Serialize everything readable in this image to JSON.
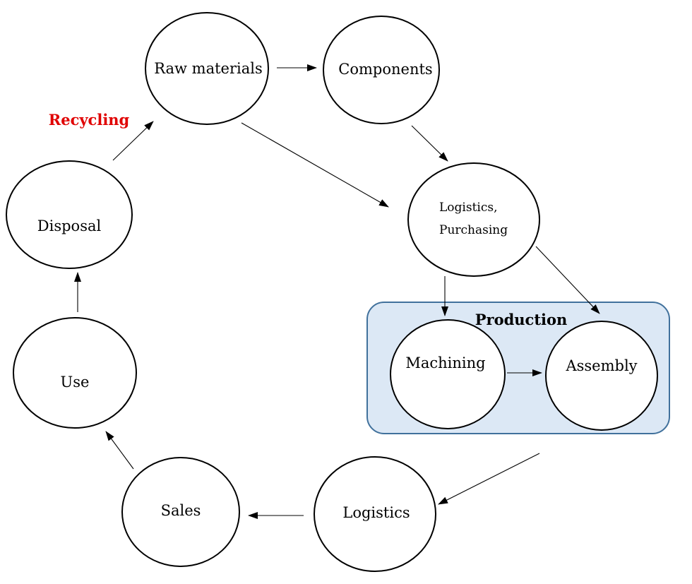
{
  "diagram": {
    "group": {
      "title": "Production"
    },
    "nodes": {
      "raw_materials": "Raw materials",
      "components": "Components",
      "logistics_purchasing_line1": "Logistics,",
      "logistics_purchasing_line2": "Purchasing",
      "machining": "Machining",
      "assembly": "Assembly",
      "logistics": "Logistics",
      "sales": "Sales",
      "use": "Use",
      "disposal": "Disposal"
    },
    "annotations": {
      "recycling": "Recycling"
    },
    "edges": [
      {
        "from": "Raw materials",
        "to": "Components"
      },
      {
        "from": "Raw materials",
        "to": "Logistics, Purchasing"
      },
      {
        "from": "Components",
        "to": "Logistics, Purchasing"
      },
      {
        "from": "Logistics, Purchasing",
        "to": "Machining"
      },
      {
        "from": "Logistics, Purchasing",
        "to": "Assembly"
      },
      {
        "from": "Machining",
        "to": "Assembly"
      },
      {
        "from": "Production",
        "to": "Logistics"
      },
      {
        "from": "Logistics",
        "to": "Sales"
      },
      {
        "from": "Sales",
        "to": "Use"
      },
      {
        "from": "Use",
        "to": "Disposal"
      },
      {
        "from": "Disposal",
        "to": "Raw materials",
        "label": "Recycling"
      }
    ],
    "colors": {
      "group_fill": "#dce8f5",
      "group_border": "#41719c",
      "recycling_text": "#e00000"
    }
  }
}
